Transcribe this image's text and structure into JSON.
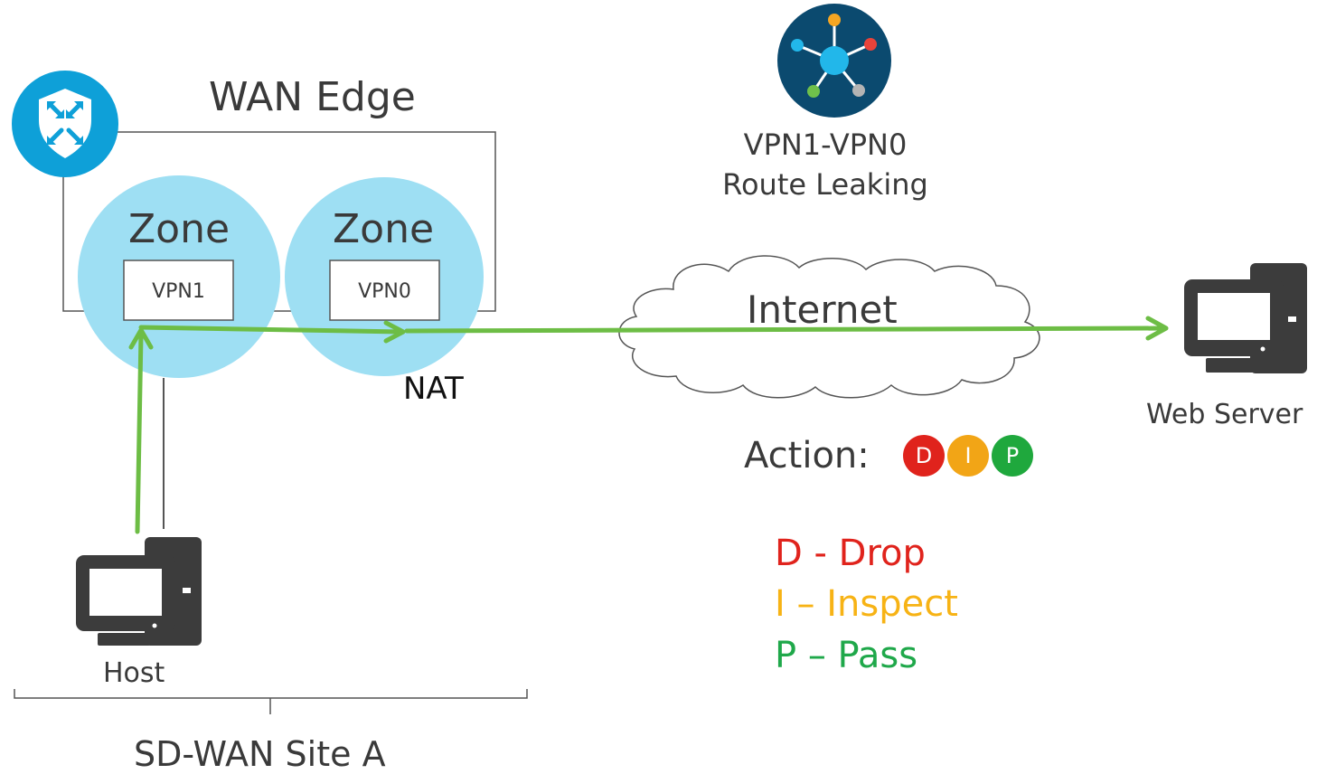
{
  "wan_edge": {
    "title": "WAN Edge"
  },
  "zones": [
    {
      "label": "Zone",
      "vpn": "VPN1"
    },
    {
      "label": "Zone",
      "vpn": "VPN0"
    }
  ],
  "nat_label": "NAT",
  "route_leaking": {
    "line1": "VPN1-VPN0",
    "line2": "Route Leaking"
  },
  "internet_label": "Internet",
  "web_server_label": "Web Server",
  "host_label": "Host",
  "site_label": "SD-WAN Site A",
  "action": {
    "label": "Action:",
    "badges": [
      {
        "letter": "D",
        "color": "#e0231c"
      },
      {
        "letter": "I",
        "color": "#f2a516"
      },
      {
        "letter": "P",
        "color": "#1fa83d"
      }
    ]
  },
  "legend": [
    {
      "text": "D - Drop",
      "color": "#e0231c"
    },
    {
      "text": "I – Inspect",
      "color": "#f7b315"
    },
    {
      "text": "P – Pass",
      "color": "#1fa84a"
    }
  ],
  "colors": {
    "zone_fill": "#9edff3",
    "flow_arrow": "#6dbd45",
    "device_icon": "#3c3c3c",
    "edge_badge": "#0ea0d8",
    "hub_bg": "#0b4a6f"
  },
  "icons": {
    "wan_edge_badge": "shield-arrows-icon",
    "route_hub": "hub-network-icon",
    "web_server": "desktop-server-icon",
    "host": "desktop-server-icon",
    "internet": "cloud-icon"
  }
}
